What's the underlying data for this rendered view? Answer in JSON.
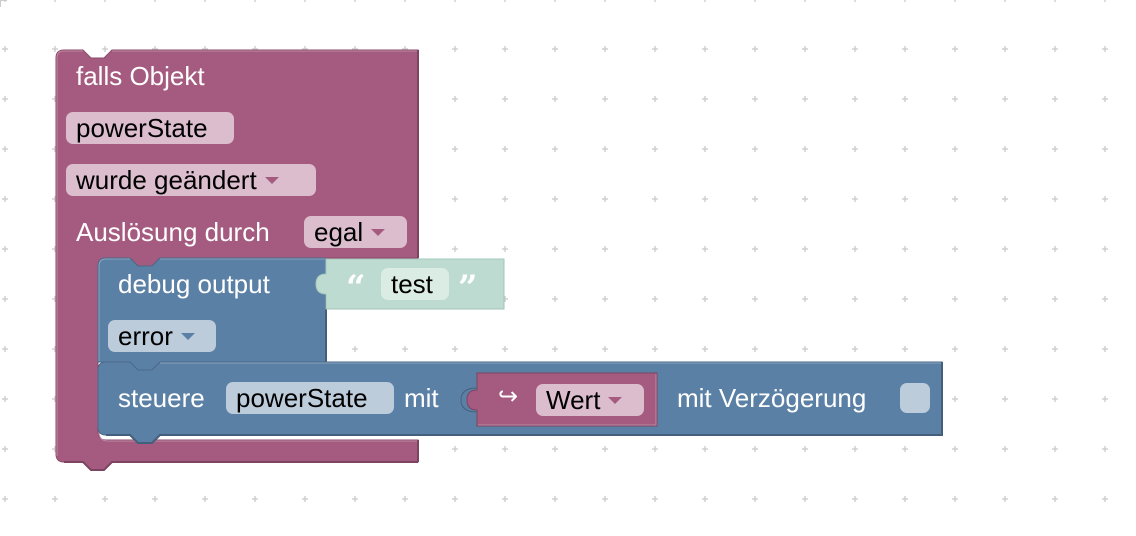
{
  "workspace": {
    "grid_color": "#cccccc",
    "background": "#ffffff"
  },
  "colors": {
    "trigger_block": "#a55b80",
    "trigger_block_dark": "#7d4461",
    "trigger_field": "#dbbdcd",
    "action_block": "#5b80a5",
    "action_block_dark": "#445f7c",
    "action_field": "#bdccdb",
    "text_block": "#bddbd0",
    "text_field": "#dbece4"
  },
  "trigger_block": {
    "title": "falls Objekt",
    "object_field": "powerState",
    "condition_dropdown": "wurde geändert",
    "trigger_label": "Auslösung durch",
    "trigger_dropdown": "egal"
  },
  "debug_block": {
    "label": "debug output",
    "level_dropdown": "error",
    "text_block": {
      "open_quote": "“",
      "value": "test",
      "close_quote": "”"
    }
  },
  "control_block": {
    "label": "steuere",
    "object_field": "powerState",
    "with_label": "mit",
    "value_block": {
      "icon": "return-arrow-icon",
      "icon_glyph": "↪",
      "dropdown": "Wert"
    },
    "delay_label": "mit Verzögerung",
    "delay_checked": false
  }
}
